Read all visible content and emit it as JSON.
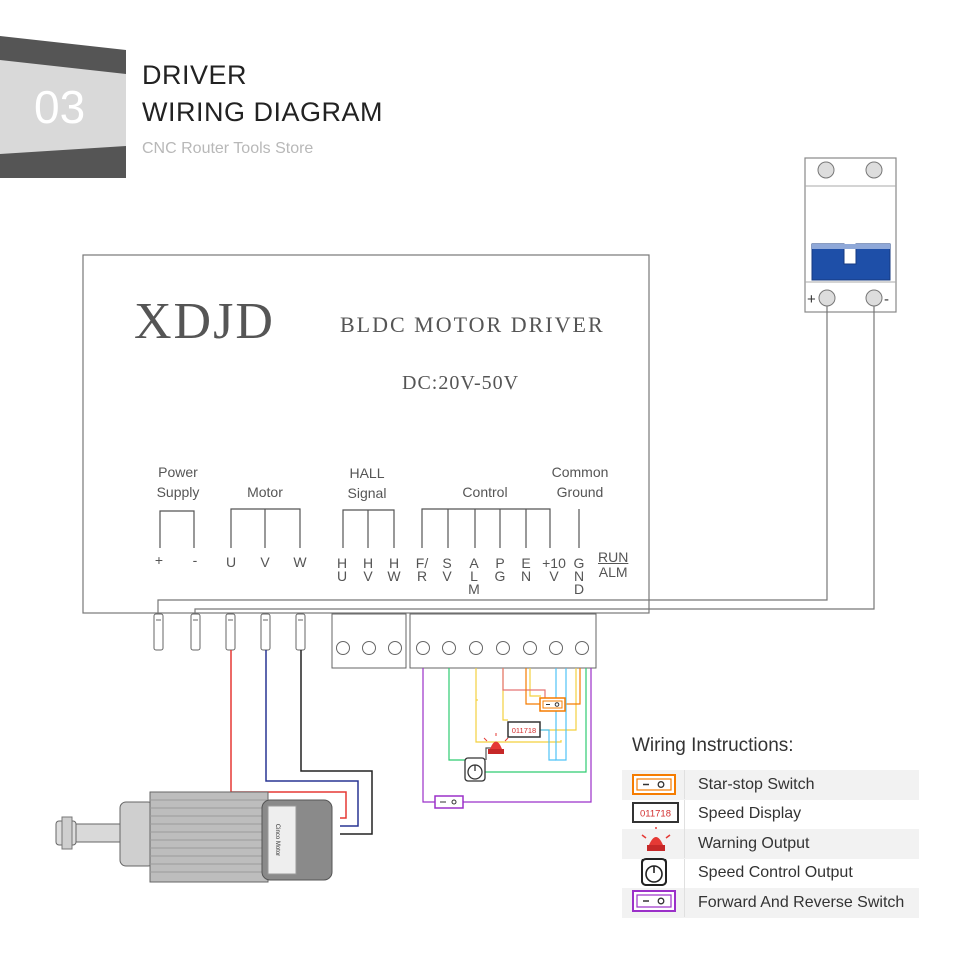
{
  "header": {
    "step_number": "03",
    "title_line1": "DRIVER",
    "title_line2": "WIRING DIAGRAM",
    "store_name": "CNC Router Tools Store",
    "badge_color": "#d9d9d9",
    "accent_dark": "#555555"
  },
  "driver": {
    "brand": "XDJD",
    "product": "BLDC MOTOR DRIVER",
    "voltage": "DC:20V-50V"
  },
  "terminal_groups": [
    {
      "line1": "Power",
      "line2": "Supply"
    },
    {
      "line1": "",
      "line2": "Motor"
    },
    {
      "line1": "HALL",
      "line2": "Signal"
    },
    {
      "line1": "",
      "line2": "Control"
    },
    {
      "line1": "Common",
      "line2": "Ground"
    }
  ],
  "terminals": [
    [
      "+"
    ],
    [
      "-"
    ],
    [
      "U"
    ],
    [
      "V"
    ],
    [
      "W"
    ],
    [
      "H",
      "U"
    ],
    [
      "H",
      "V"
    ],
    [
      "H",
      "W"
    ],
    [
      "F/",
      "R"
    ],
    [
      "S",
      "V"
    ],
    [
      "A",
      "L",
      "M"
    ],
    [
      "P",
      "G"
    ],
    [
      "E",
      "N"
    ],
    [
      "+10",
      "V"
    ],
    [
      "G",
      "N",
      "D"
    ]
  ],
  "run_alm": {
    "run": "RUN",
    "alm": "ALM"
  },
  "breaker": {
    "plus": "+",
    "minus": "-",
    "color": "#1e4fa8"
  },
  "speed_display_value": "011718",
  "wire_colors": {
    "red": "#e53935",
    "blue": "#283593",
    "black": "#222222",
    "orange": "#f57c00",
    "yellow": "#f4d03f",
    "cyan": "#4fc3f7",
    "green": "#2ecc71",
    "purple": "#9b30c9",
    "grey": "#9e9e9e"
  },
  "legend": {
    "title": "Wiring Instructions:",
    "items": [
      {
        "icon": "star-stop-switch-icon",
        "label": "Star-stop Switch"
      },
      {
        "icon": "speed-display-icon",
        "label": "Speed Display",
        "value": "011718"
      },
      {
        "icon": "warning-light-icon",
        "label": "Warning Output"
      },
      {
        "icon": "speed-knob-icon",
        "label": "Speed Control Output"
      },
      {
        "icon": "forward-reverse-switch-icon",
        "label": "Forward And Reverse Switch"
      }
    ]
  },
  "spindle_label": "Cinco Motor"
}
